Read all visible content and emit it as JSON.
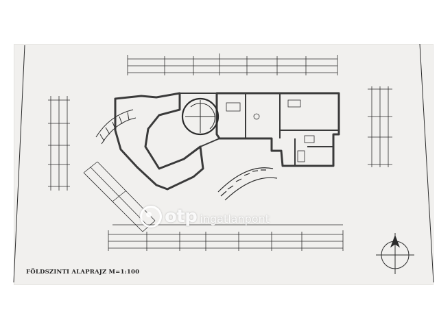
{
  "plan": {
    "title": "FÖLDSZINTI ALAPRAJZ  M=1:100"
  },
  "watermark": {
    "logo": "otp",
    "sub": "ingatlanpont"
  },
  "colors": {
    "paper": "#f1f0ee",
    "ink": "#2b2b2b",
    "wall": "#3a3a3a"
  }
}
